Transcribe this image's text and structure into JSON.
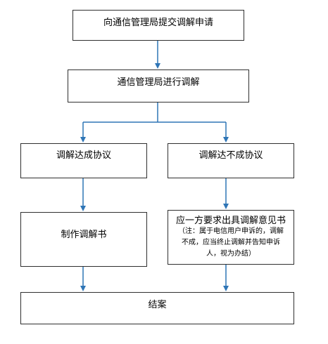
{
  "flow": {
    "submit_application": "向通信管理局提交调解申请",
    "bureau_mediation": "通信管理局进行调解",
    "agreement_reached": "调解达成协议",
    "agreement_not_reached": "调解达不成协议",
    "make_mediation_document": "制作调解书",
    "request_opinion_title": "应一方要求出具调解意见书",
    "request_opinion_note_line1": "（注：属于电信用户申诉的，调解",
    "request_opinion_note_line2": "不成，应当终止调解并告知申诉",
    "request_opinion_note_line3": "人，视为办结）",
    "conclusion": "结案"
  },
  "colors": {
    "arrow": "#2e75b6",
    "border": "#2f2f2f"
  }
}
